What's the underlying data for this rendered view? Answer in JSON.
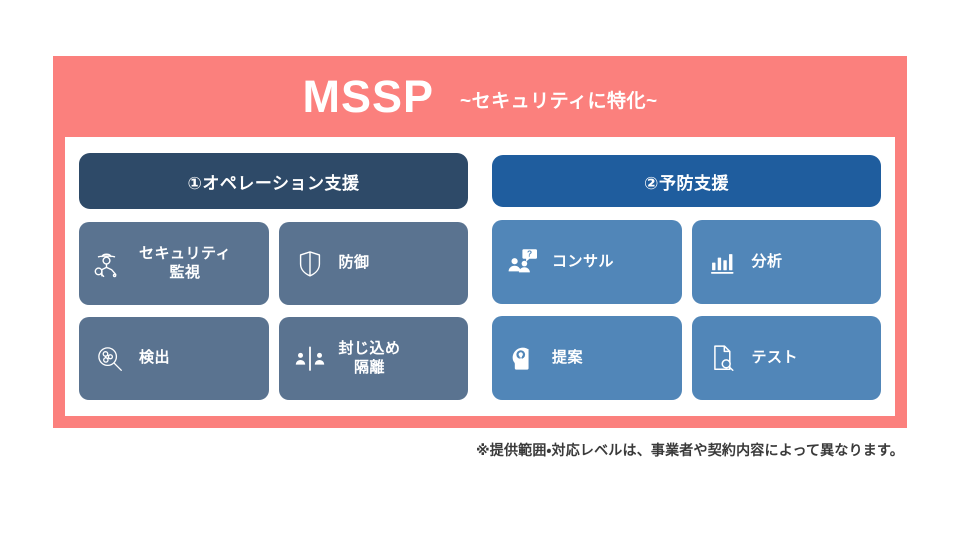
{
  "title": {
    "main": "MSSP",
    "sub": "~セキュリティに特化~"
  },
  "colors": {
    "frame": "#fb807d",
    "panel": "#ffffff",
    "header_operation": "#2e4a68",
    "header_prevention": "#1f5d9e",
    "card_operation": "#5a7390",
    "card_prevention": "#5186b8",
    "text_light": "#ffffff",
    "footnote": "#3a3a3a"
  },
  "columns": [
    {
      "id": "operation",
      "header": "①オペレーション支援",
      "cards": [
        {
          "label": "セキュリティ\n監視",
          "lines": [
            "セキュリティ",
            "監視"
          ],
          "icon": "detective-icon"
        },
        {
          "label": "防御",
          "lines": [
            "防御"
          ],
          "icon": "shield-icon"
        },
        {
          "label": "検出",
          "lines": [
            "検出"
          ],
          "icon": "magnifier-virus-icon"
        },
        {
          "label": "封じ込め\n隔離",
          "lines": [
            "封じ込め",
            "隔離"
          ],
          "icon": "isolation-icon"
        }
      ]
    },
    {
      "id": "prevention",
      "header": "②予防支援",
      "cards": [
        {
          "label": "コンサル",
          "lines": [
            "コンサル"
          ],
          "icon": "consulting-people-icon"
        },
        {
          "label": "分析",
          "lines": [
            "分析"
          ],
          "icon": "bar-chart-icon"
        },
        {
          "label": "提案",
          "lines": [
            "提案"
          ],
          "icon": "head-lightbulb-icon"
        },
        {
          "label": "テスト",
          "lines": [
            "テスト"
          ],
          "icon": "document-search-icon"
        }
      ]
    }
  ],
  "footnote": "※提供範囲・対応レベルは、事業者や契約内容によって異なります。"
}
